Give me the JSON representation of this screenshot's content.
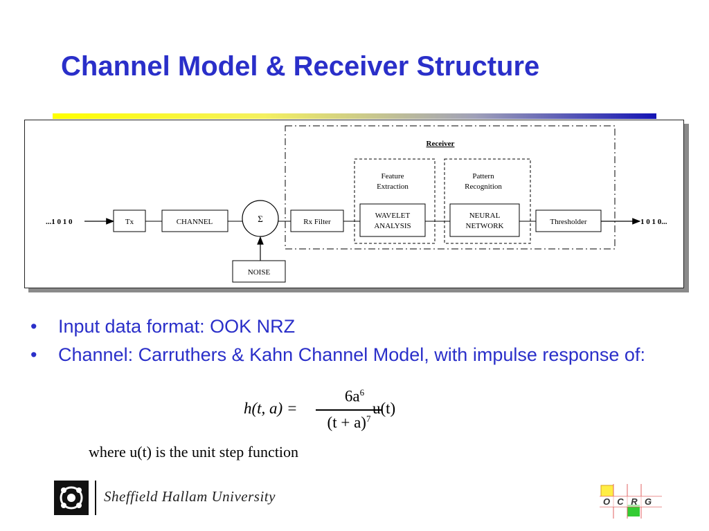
{
  "slide": {
    "title": "Channel Model & Receiver Structure"
  },
  "diagram": {
    "input_bits": "...1 0 1 0",
    "output_bits": "1 0 1 0...",
    "receiver_label": "Receiver",
    "blocks": {
      "tx": "Tx",
      "channel": "CHANNEL",
      "sum": "Σ",
      "noise": "NOISE",
      "rx_filter": "Rx Filter",
      "wavelet": [
        "WAVELET",
        "ANALYSIS"
      ],
      "neural": [
        "NEURAL",
        "NETWORK"
      ],
      "thresholder": "Thresholder"
    },
    "groups": {
      "feature": [
        "Feature",
        "Extraction"
      ],
      "pattern": [
        "Pattern",
        "Recognition"
      ]
    }
  },
  "bullets": [
    "Input data format: OOK NRZ",
    "Channel: Carruthers & Kahn Channel Model, with impulse response of:"
  ],
  "formula": {
    "lhs": "h(t, a) =",
    "numerator": "6a",
    "numerator_exp": "6",
    "denominator": "(t + a)",
    "denominator_exp": "7",
    "rhs": "u(t)"
  },
  "note": "where u(t) is the unit step function",
  "footer": {
    "university": "Sheffield Hallam University",
    "group_logo_letters": [
      "O",
      "C",
      "R",
      "G"
    ]
  },
  "colors": {
    "title": "#2a2fc9",
    "bullet_text": "#2a2fc9"
  }
}
